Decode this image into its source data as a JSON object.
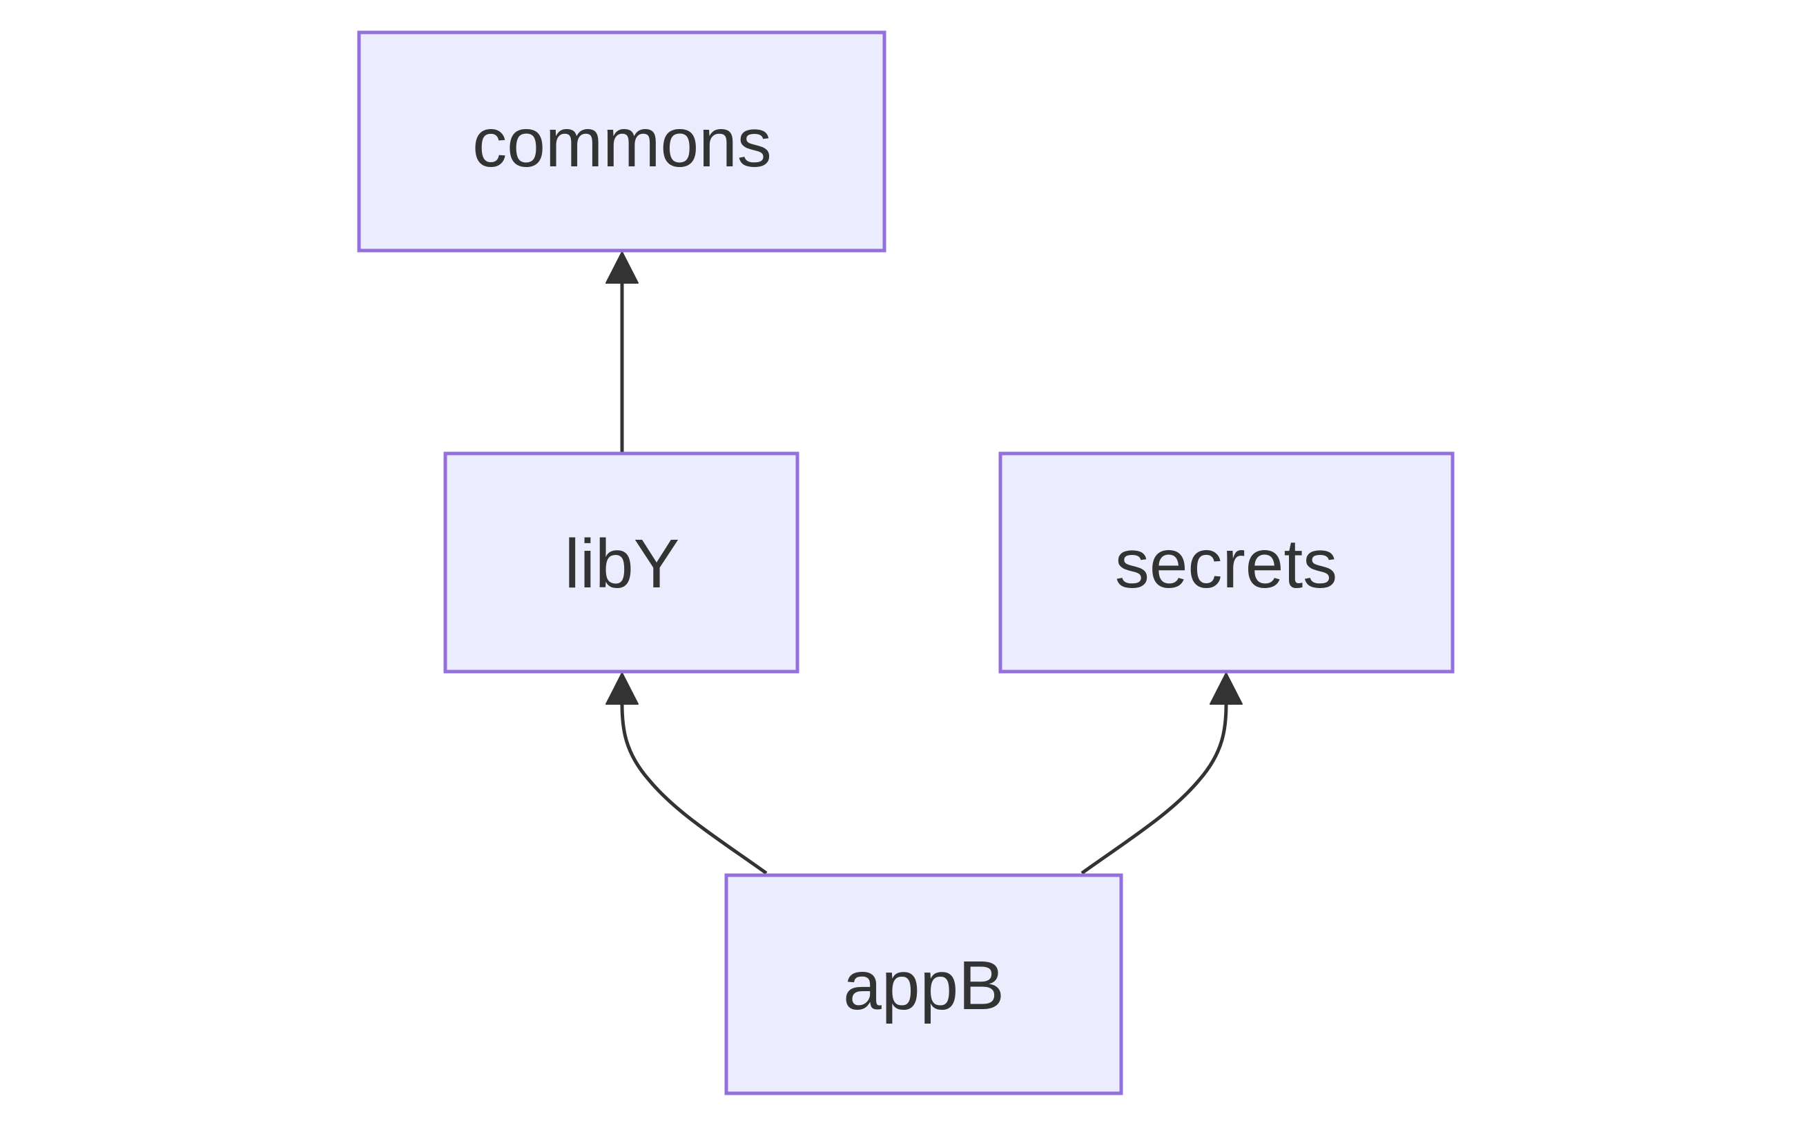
{
  "diagram": {
    "type": "flowchart",
    "direction": "bottom-to-top",
    "colors": {
      "node_fill": "#ECECFF",
      "node_stroke": "#9370DB",
      "edge": "#333333",
      "text": "#333333"
    },
    "nodes": {
      "commons": {
        "label": "commons"
      },
      "libY": {
        "label": "libY"
      },
      "secrets": {
        "label": "secrets"
      },
      "appB": {
        "label": "appB"
      }
    },
    "edges": [
      {
        "from": "libY",
        "to": "commons"
      },
      {
        "from": "appB",
        "to": "libY"
      },
      {
        "from": "appB",
        "to": "secrets"
      }
    ]
  }
}
